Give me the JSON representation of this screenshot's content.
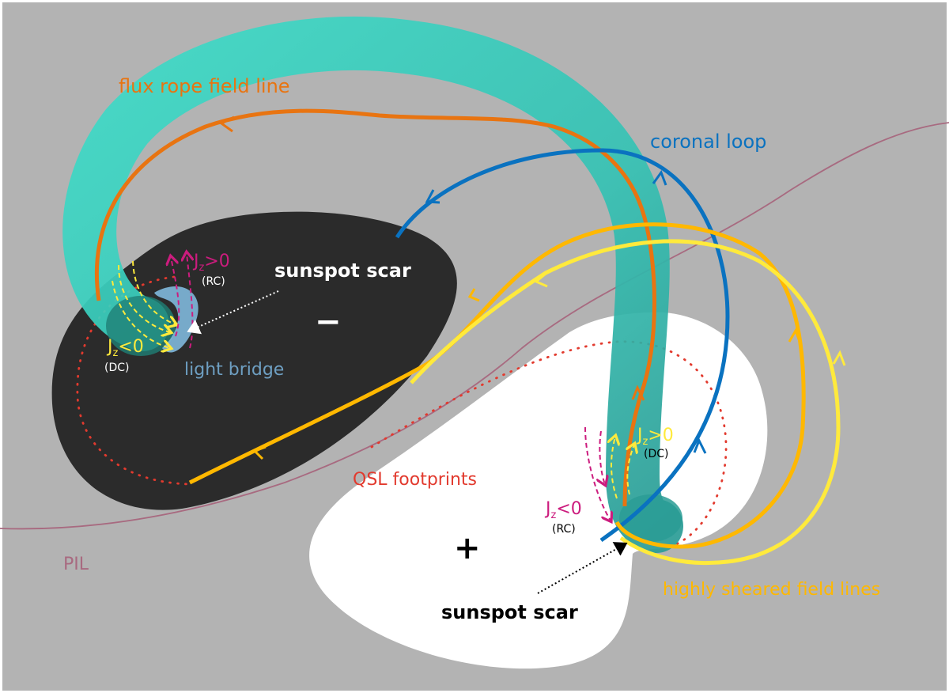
{
  "labels": {
    "flux_rope": "flux rope field line",
    "coronal_loop": "coronal loop",
    "sunspot_scar_top": "sunspot scar",
    "sunspot_scar_bottom": "sunspot scar",
    "minus": "−",
    "plus": "+",
    "light_bridge": "light bridge",
    "qsl": "QSL footprints",
    "pil": "PIL",
    "sheared": "highly sheared field lines",
    "jz_pos_rc_main": "J",
    "jz_pos_rc_sub": "z",
    "jz_pos_rc_rel": ">0",
    "rc_top": "(RC)",
    "jz_neg_dc_main": "J",
    "jz_neg_dc_sub": "z",
    "jz_neg_dc_rel": "<0",
    "dc_left": "(DC)",
    "jz_pos_dc_main": "J",
    "jz_pos_dc_sub": "z",
    "jz_pos_dc_rel": ">0",
    "dc_right": "(DC)",
    "jz_neg_rc_main": "J",
    "jz_neg_rc_sub": "z",
    "jz_neg_rc_rel": "<0",
    "rc_bottom": "(RC)"
  },
  "colors": {
    "background": "#b3b3b3",
    "negative_polarity": "#2b2b2b",
    "positive_polarity": "#ffffff",
    "flux_rope_tube": "#3fd0c0",
    "flux_rope_line": "#e87411",
    "coronal_loop": "#0a72c0",
    "sheared_yellow": "#ffea3c",
    "sheared_orange": "#ffb800",
    "qsl": "#e23a2e",
    "pil": "#a86a80",
    "current_magenta": "#cc1c7e",
    "light_bridge": "#7fb8dc",
    "light_bridge_text": "#6e9fc2"
  }
}
